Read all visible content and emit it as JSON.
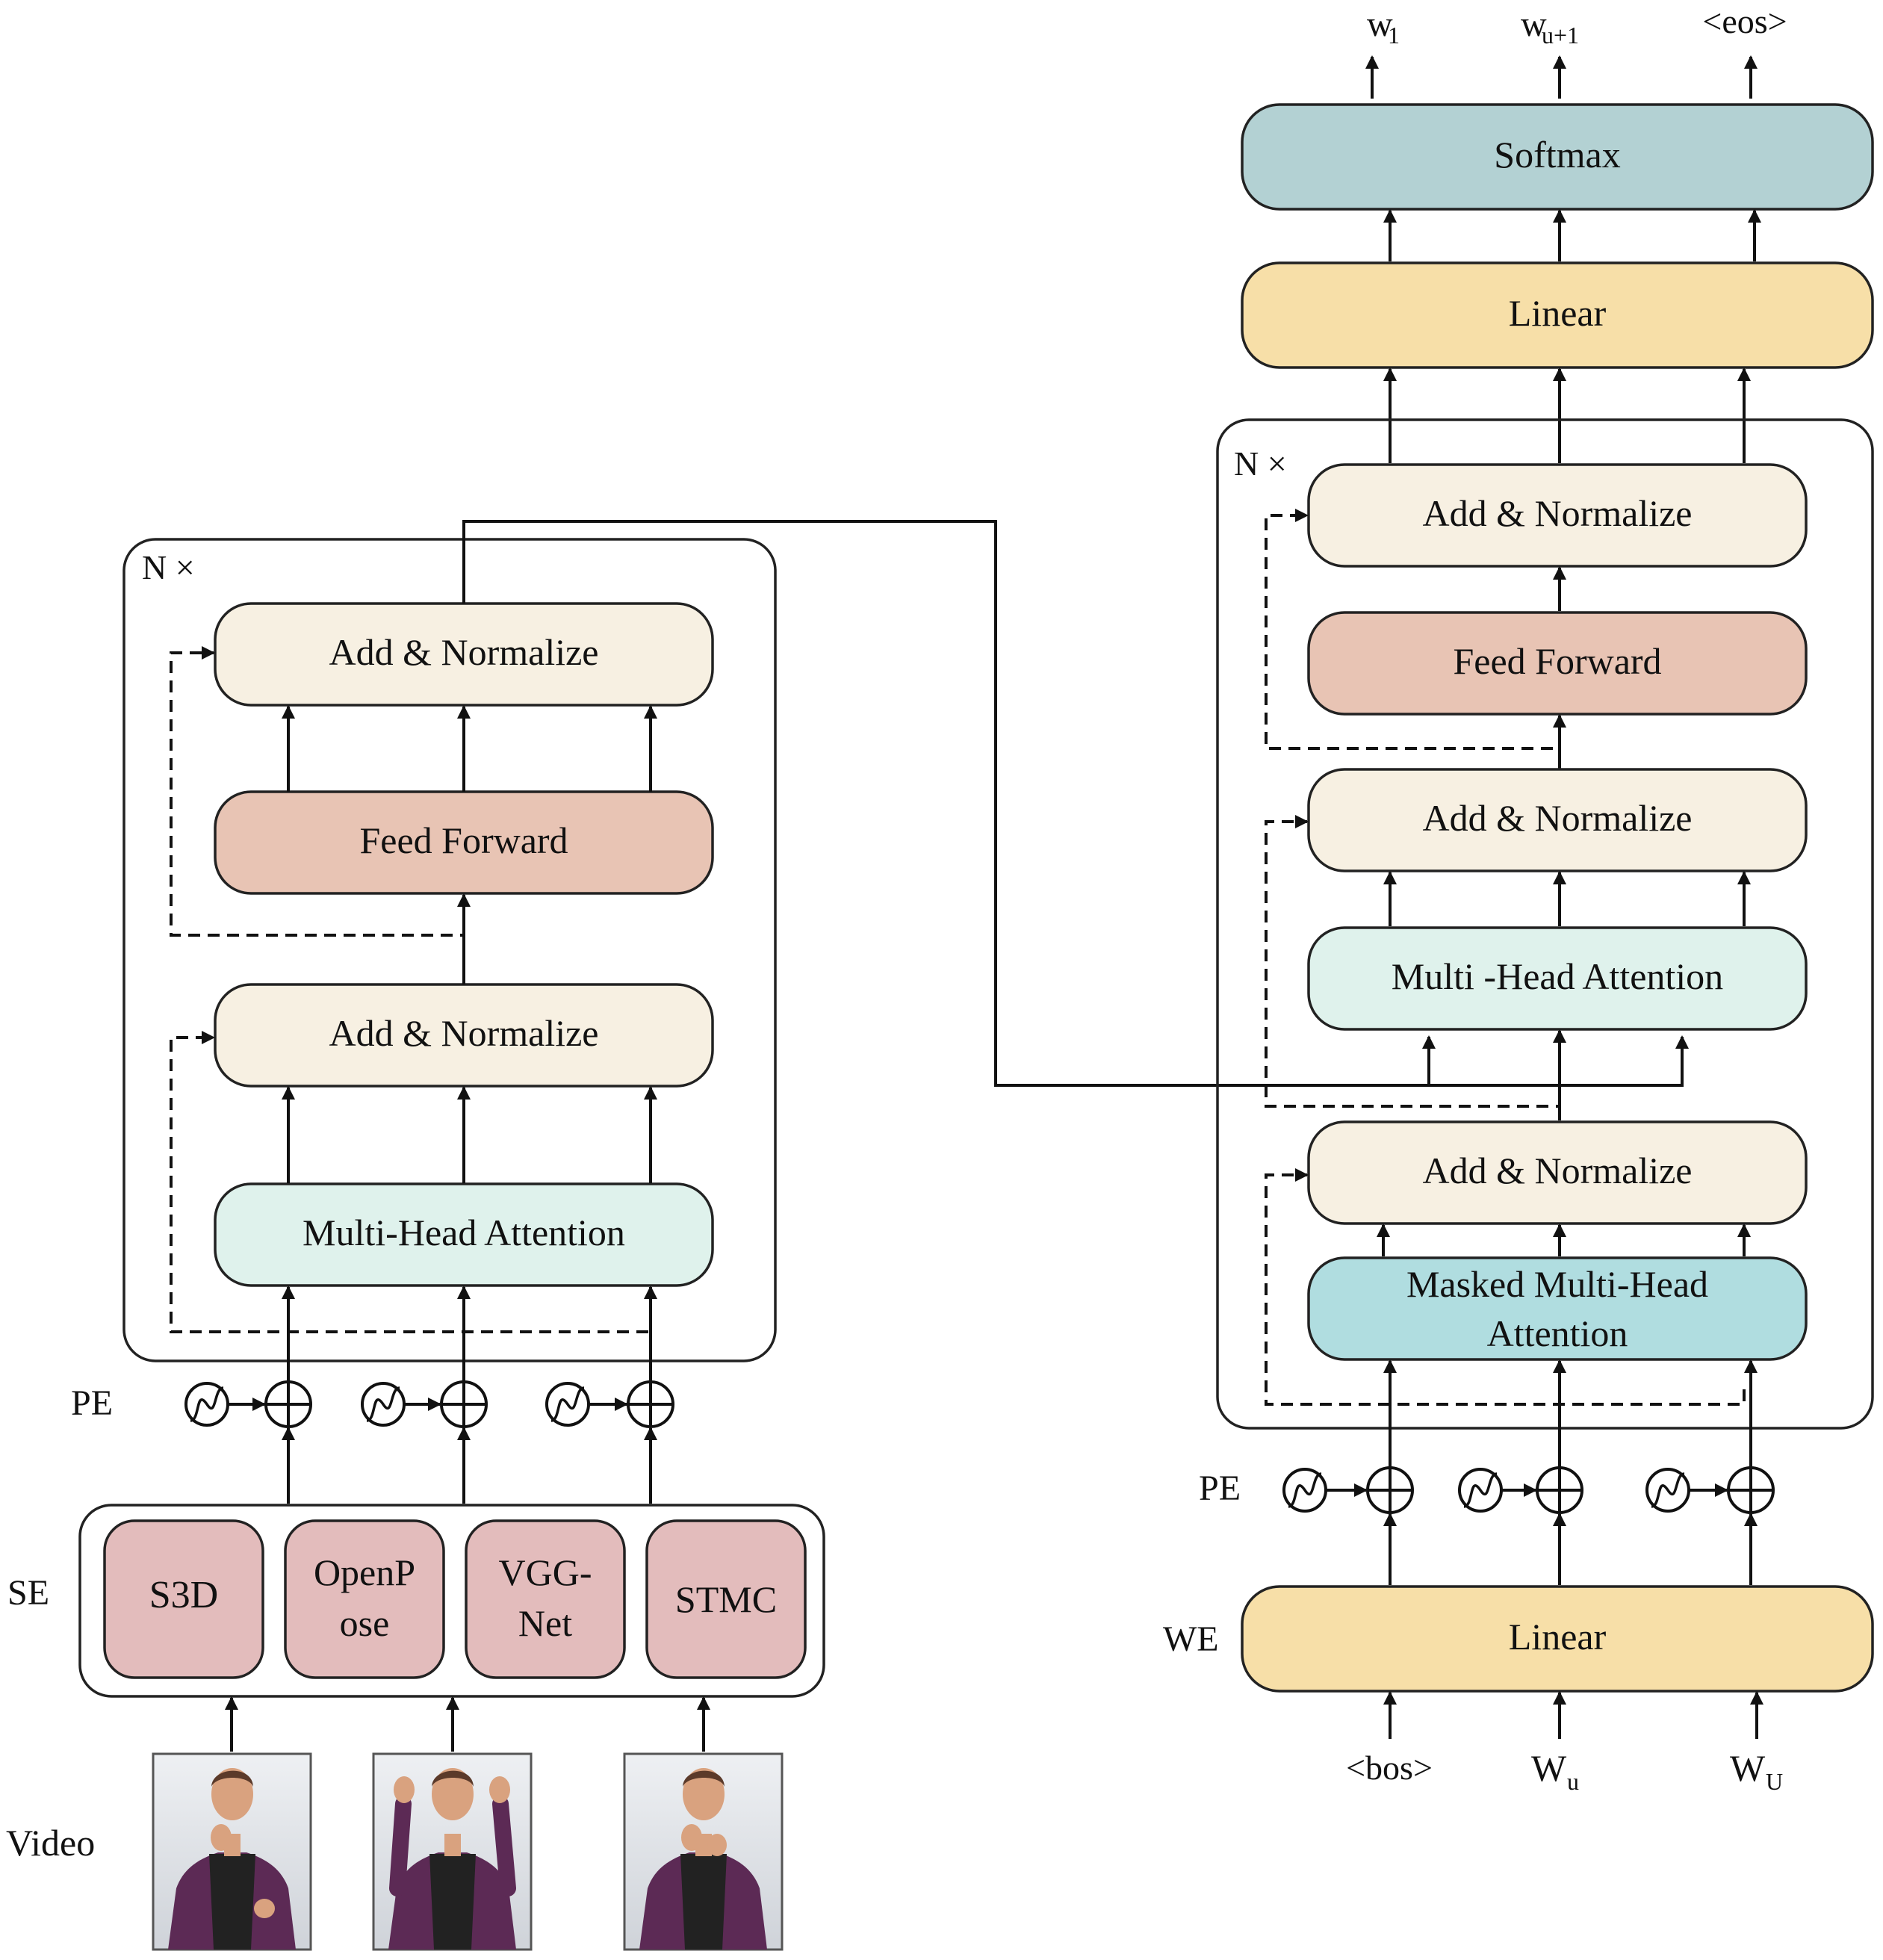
{
  "colors": {
    "add_normalize": "#f7f0e2",
    "feed_forward": "#e8c4b4",
    "multi_head_attention": "#dff2ec",
    "masked_attention": "#b0dde0",
    "linear": "#f7dfa8",
    "softmax": "#b3d1d3",
    "feature": "#e3bcbc"
  },
  "labels": {
    "pe": "PE",
    "se": "SE",
    "we": "WE",
    "video": "Video",
    "repeat": "N ×"
  },
  "encoder": {
    "add_norm_top": "Add & Normalize",
    "feed_forward": "Feed Forward",
    "add_norm_bottom": "Add & Normalize",
    "attention": "Multi-Head Attention",
    "features": [
      [
        "S3D"
      ],
      [
        "OpenP",
        "ose"
      ],
      [
        "VGG-",
        "Net"
      ],
      [
        "STMC"
      ]
    ]
  },
  "decoder": {
    "softmax": "Softmax",
    "linear_top": "Linear",
    "add_norm_3": "Add & Normalize",
    "feed_forward": "Feed Forward",
    "add_norm_2": "Add & Normalize",
    "attention": "Multi -Head Attention",
    "add_norm_1": "Add & Normalize",
    "masked_attention": [
      "Masked Multi-Head",
      "Attention"
    ],
    "linear_embed": "Linear"
  },
  "outputs": [
    {
      "base": "w",
      "sub": "1"
    },
    {
      "base": "w",
      "sub": "u+1"
    },
    {
      "base": "<eos>",
      "sub": ""
    }
  ],
  "inputs": [
    {
      "base": "<bos>",
      "sub": ""
    },
    {
      "base": "W",
      "sub": "u"
    },
    {
      "base": "W",
      "sub": "U"
    }
  ]
}
